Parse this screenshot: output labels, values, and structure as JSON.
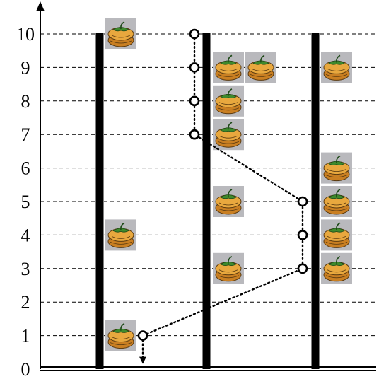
{
  "diagram": {
    "y_ticks": [
      "0",
      "1",
      "2",
      "3",
      "4",
      "5",
      "6",
      "7",
      "8",
      "9",
      "10"
    ],
    "poles": [
      {
        "id": "left",
        "top_level": 10
      },
      {
        "id": "middle",
        "top_level": 10
      },
      {
        "id": "right",
        "top_level": 10
      }
    ],
    "items": [
      {
        "pole": "left",
        "level": 10,
        "slot": 0
      },
      {
        "pole": "left",
        "level": 4,
        "slot": 0
      },
      {
        "pole": "left",
        "level": 1,
        "slot": 0
      },
      {
        "pole": "middle",
        "level": 9,
        "slot": 0
      },
      {
        "pole": "middle",
        "level": 9,
        "slot": 1
      },
      {
        "pole": "middle",
        "level": 8,
        "slot": 0
      },
      {
        "pole": "middle",
        "level": 7,
        "slot": 0
      },
      {
        "pole": "middle",
        "level": 5,
        "slot": 0
      },
      {
        "pole": "middle",
        "level": 3,
        "slot": 0
      },
      {
        "pole": "right",
        "level": 9,
        "slot": 0
      },
      {
        "pole": "right",
        "level": 6,
        "slot": 0
      },
      {
        "pole": "right",
        "level": 5,
        "slot": 0
      },
      {
        "pole": "right",
        "level": 4,
        "slot": 0
      },
      {
        "pole": "right",
        "level": 3,
        "slot": 0
      }
    ],
    "path": [
      {
        "lane": "a",
        "level": 10
      },
      {
        "lane": "a",
        "level": 9
      },
      {
        "lane": "a",
        "level": 8
      },
      {
        "lane": "a",
        "level": 7
      },
      {
        "lane": "b",
        "level": 5
      },
      {
        "lane": "b",
        "level": 4
      },
      {
        "lane": "b",
        "level": 3
      },
      {
        "lane": "c",
        "level": 1
      }
    ],
    "path_end_arrow": "down",
    "colors": {
      "axis": "#000000",
      "grid": "#000000",
      "pole": "#000000",
      "path": "#000000",
      "marker_fill": "#ffffff",
      "tile_bg": "#b9b9bd",
      "pumpkin_body": "#e8a83e",
      "pumpkin_shade": "#c97f22",
      "pumpkin_outline": "#5a3a10",
      "leaf": "#3f8a2c",
      "stem": "#1e4a18"
    }
  }
}
